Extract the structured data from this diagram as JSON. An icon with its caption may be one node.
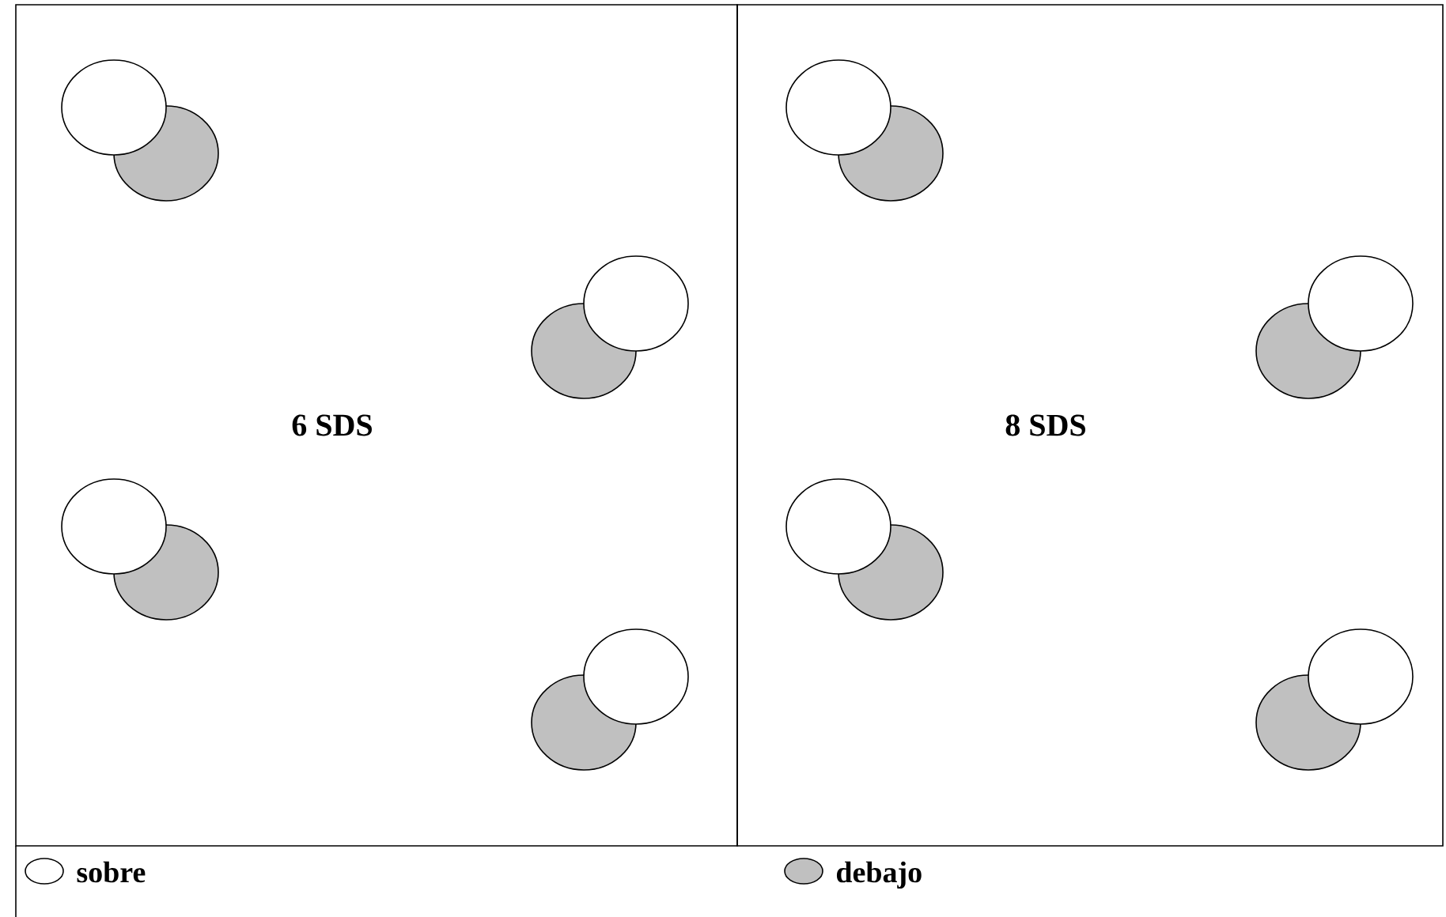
{
  "diagram": {
    "nodes": [
      {
        "text": [
          "6 SDS"
        ]
      },
      {
        "text": [
          "8 SDS"
        ]
      }
    ],
    "legend": [
      {
        "text": "sobre"
      },
      {
        "text": "debajo",
        "color": "#c0c0c0"
      }
    ]
  }
}
